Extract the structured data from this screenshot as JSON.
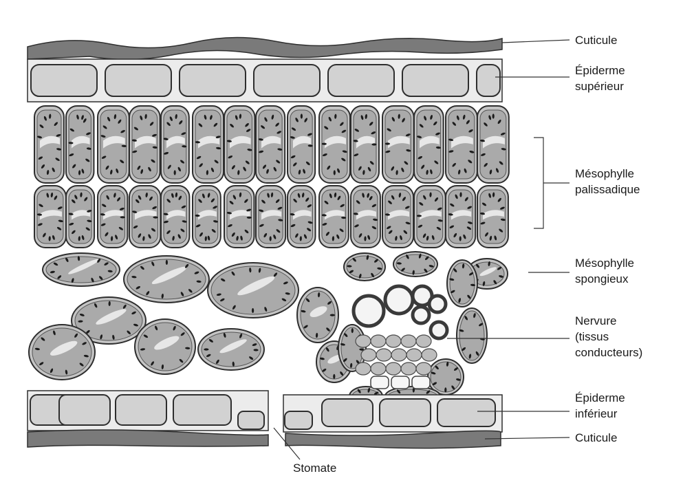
{
  "labels": {
    "cuticule_top": "Cuticule",
    "epiderme_sup_1": "Épiderme",
    "epiderme_sup_2": "supérieur",
    "meso_pal_1": "Mésophylle",
    "meso_pal_2": "palissadique",
    "meso_spon_1": "Mésophylle",
    "meso_spon_2": "spongieux",
    "nervure_1": "Nervure",
    "nervure_2": "(tissus",
    "nervure_3": "conducteurs)",
    "epiderme_inf_1": "Épiderme",
    "epiderme_inf_2": "inférieur",
    "cuticule_bottom": "Cuticule",
    "stomate": "Stomate"
  }
}
